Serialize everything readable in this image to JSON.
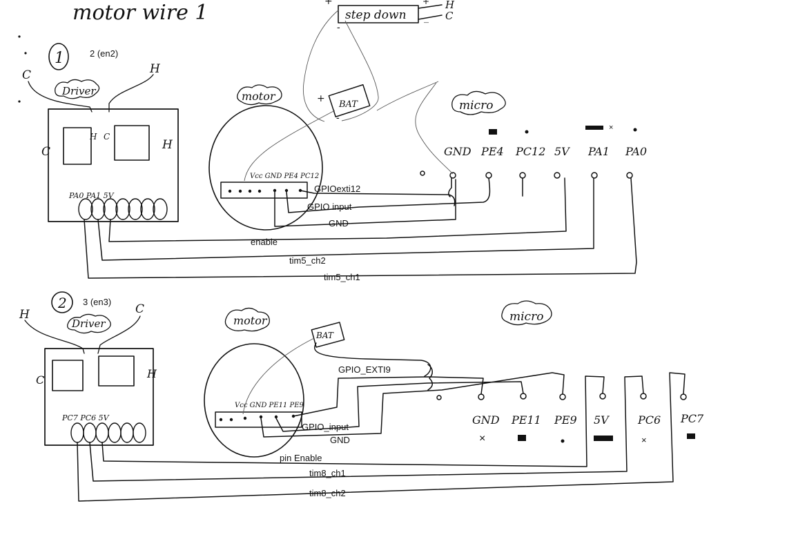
{
  "title": "motor wire 1",
  "steppers": {
    "label": "step down",
    "plus": "+",
    "minus": "-",
    "h": "H",
    "c": "C",
    "h_plus": "+",
    "c_minus": "_"
  },
  "section1": {
    "number": "1",
    "subtitle": "2  (en2)",
    "driver": {
      "cloud_label": "Driver",
      "h_top": "H",
      "c_top": "C",
      "h_side": "H",
      "c_side": "C",
      "h_inner": "H",
      "c_inner": "C",
      "pins_label": "PA0  PA1  5V"
    },
    "motor": {
      "cloud_label": "motor",
      "bat": "BAT",
      "bat_plus": "+",
      "bat_minus": "-",
      "pins_label": "Vcc  GND  PE4  PC12"
    },
    "micro": {
      "cloud_label": "micro",
      "pins": [
        "GND",
        "PE4",
        "PC12",
        "5V",
        "PA1",
        "PA0"
      ]
    },
    "wire_labels": {
      "gpio_exti": "GPIOexti12",
      "gpio_input": "GPIO input",
      "gnd": "GND",
      "enable": "enable",
      "tim_ch2": "tim5_ch2",
      "tim_ch1": "tim5_ch1"
    }
  },
  "section2": {
    "number": "2",
    "subtitle": "3  (en3)",
    "driver": {
      "cloud_label": "Driver",
      "h_top": "H",
      "c_top": "C",
      "c_side": "C",
      "h_side": "H",
      "pins_label": "PC7  PC6  5V"
    },
    "motor": {
      "cloud_label": "motor",
      "bat": "BAT",
      "pins_label": "Vcc  GND  PE11  PE9"
    },
    "micro": {
      "cloud_label": "micro",
      "pins": [
        "GND",
        "PE11",
        "PE9",
        "5V",
        "PC6",
        "PC7"
      ]
    },
    "wire_labels": {
      "gpio_exti": "GPIO_EXTI9",
      "gpio_input": "GPIO_input",
      "gnd": "GND",
      "enable": "pin Enable",
      "tim_ch1": "tim8_ch1",
      "tim_ch2": "tim8_ch2"
    }
  }
}
